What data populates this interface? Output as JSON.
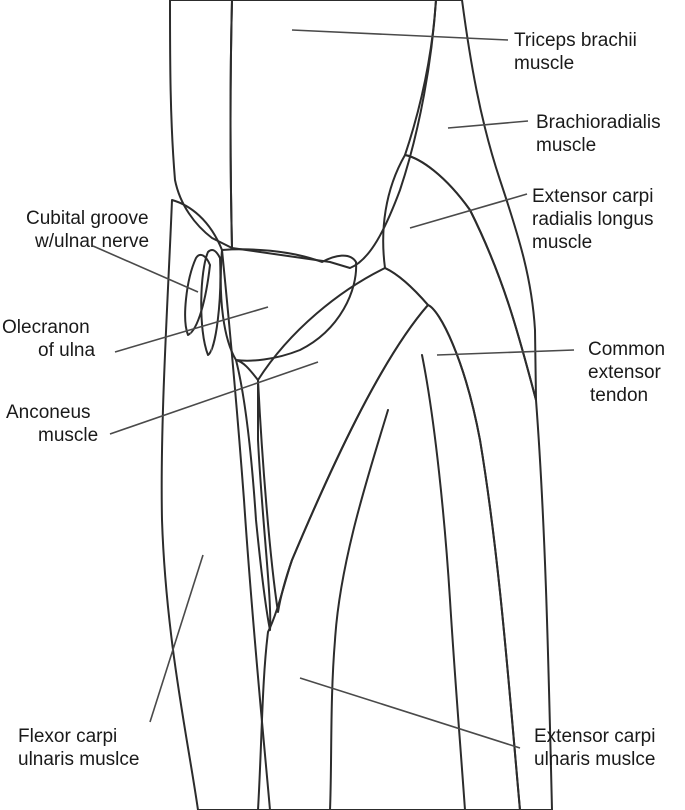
{
  "labels": {
    "triceps": [
      "Triceps brachii",
      "muscle"
    ],
    "brachioradialis": [
      "Brachioradialis",
      "muscle"
    ],
    "ecrl": [
      "Extensor carpi",
      "radialis longus",
      "muscle"
    ],
    "cubital_groove": [
      "Cubital groove",
      "w/ulnar nerve"
    ],
    "olecranon": [
      "Olecranon",
      "of ulna"
    ],
    "common_extensor": [
      "Common",
      "extensor",
      "tendon"
    ],
    "anconeus": [
      "Anconeus",
      "muscle"
    ],
    "fcu": [
      "Flexor carpi",
      "ulnaris muslce"
    ],
    "ecu": [
      "Extensor carpi",
      "ulnaris muslce"
    ]
  },
  "colors": {
    "dark_muscle": "#8c8c8c",
    "medium_muscle": "#a6a6a6",
    "light_muscle": "#c8c8c8",
    "tendon": "#e4e4e4",
    "bone": "#efefef",
    "outline": "#2c2c2c"
  }
}
